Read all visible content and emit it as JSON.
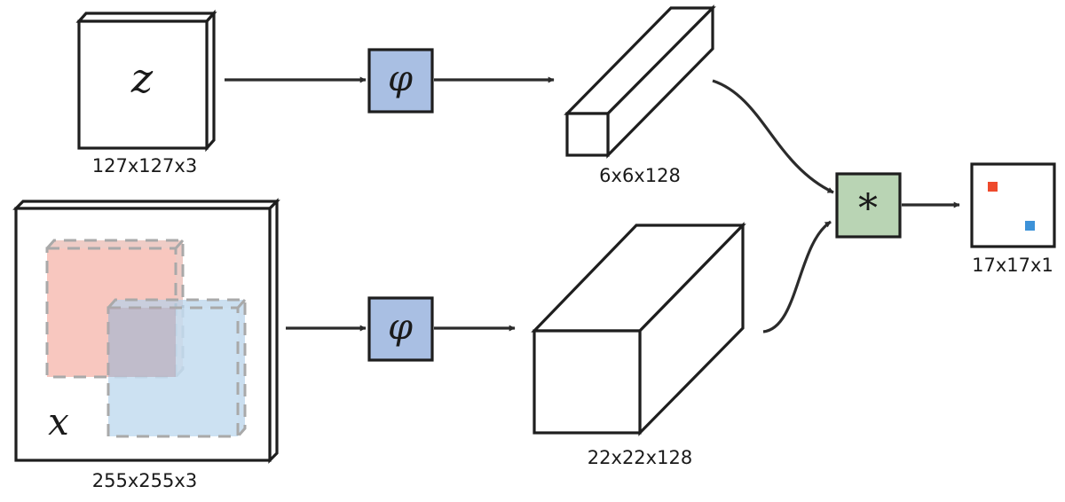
{
  "nodes": {
    "exemplar": {
      "symbol": "z",
      "dims": "127x127x3"
    },
    "search": {
      "symbol": "x",
      "dims": "255x255x3"
    },
    "embed_top": {
      "symbol": "φ"
    },
    "embed_bottom": {
      "symbol": "φ"
    },
    "feature_top": {
      "dims": "6x6x128"
    },
    "feature_bottom": {
      "dims": "22x22x128"
    },
    "correlation": {
      "symbol": "*"
    },
    "score_map": {
      "dims": "17x17x1"
    }
  },
  "colors": {
    "embed_fill": "#a9bfe3",
    "correlation_fill": "#b9d4b4",
    "exemplar_region": "#f7c1b8",
    "candidate_region": "#c3dcf0",
    "score_red": "#ee4a2c",
    "score_blue": "#3d92d8",
    "stroke": "#1e1e1e"
  }
}
